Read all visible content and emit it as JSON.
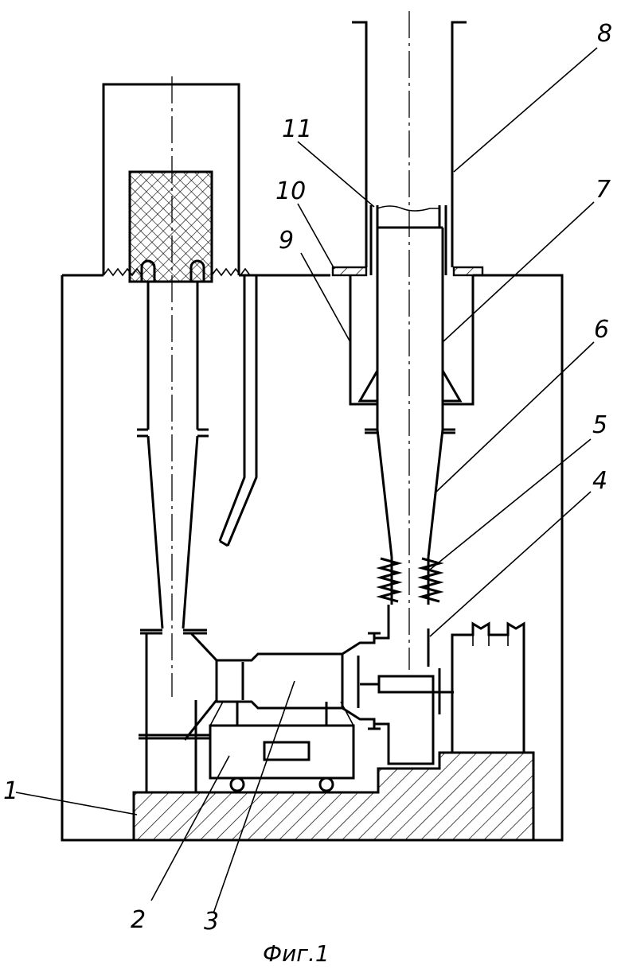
{
  "figure": {
    "caption": "Фиг.1",
    "labels": [
      "1",
      "2",
      "3",
      "4",
      "5",
      "6",
      "7",
      "8",
      "9",
      "10",
      "11"
    ]
  }
}
